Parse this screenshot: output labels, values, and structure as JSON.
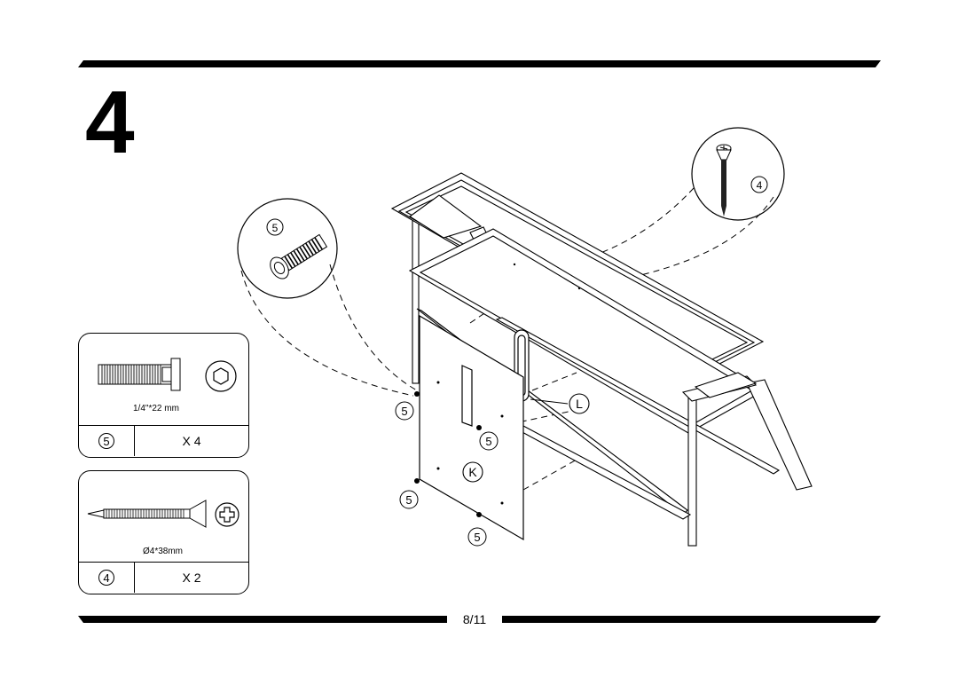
{
  "step": {
    "number": "4"
  },
  "parts": [
    {
      "spec": "1/4\"*22 mm",
      "id": "5",
      "qty": "X 4"
    },
    {
      "spec": "Ø4*38mm",
      "id": "4",
      "qty": "X 2"
    }
  ],
  "callouts": {
    "bolt_id": "5",
    "screw_id": "4",
    "panel_k": "K",
    "part_l": "L",
    "bolt_labels": [
      "5",
      "5",
      "5",
      "5"
    ]
  },
  "page": "8/11"
}
